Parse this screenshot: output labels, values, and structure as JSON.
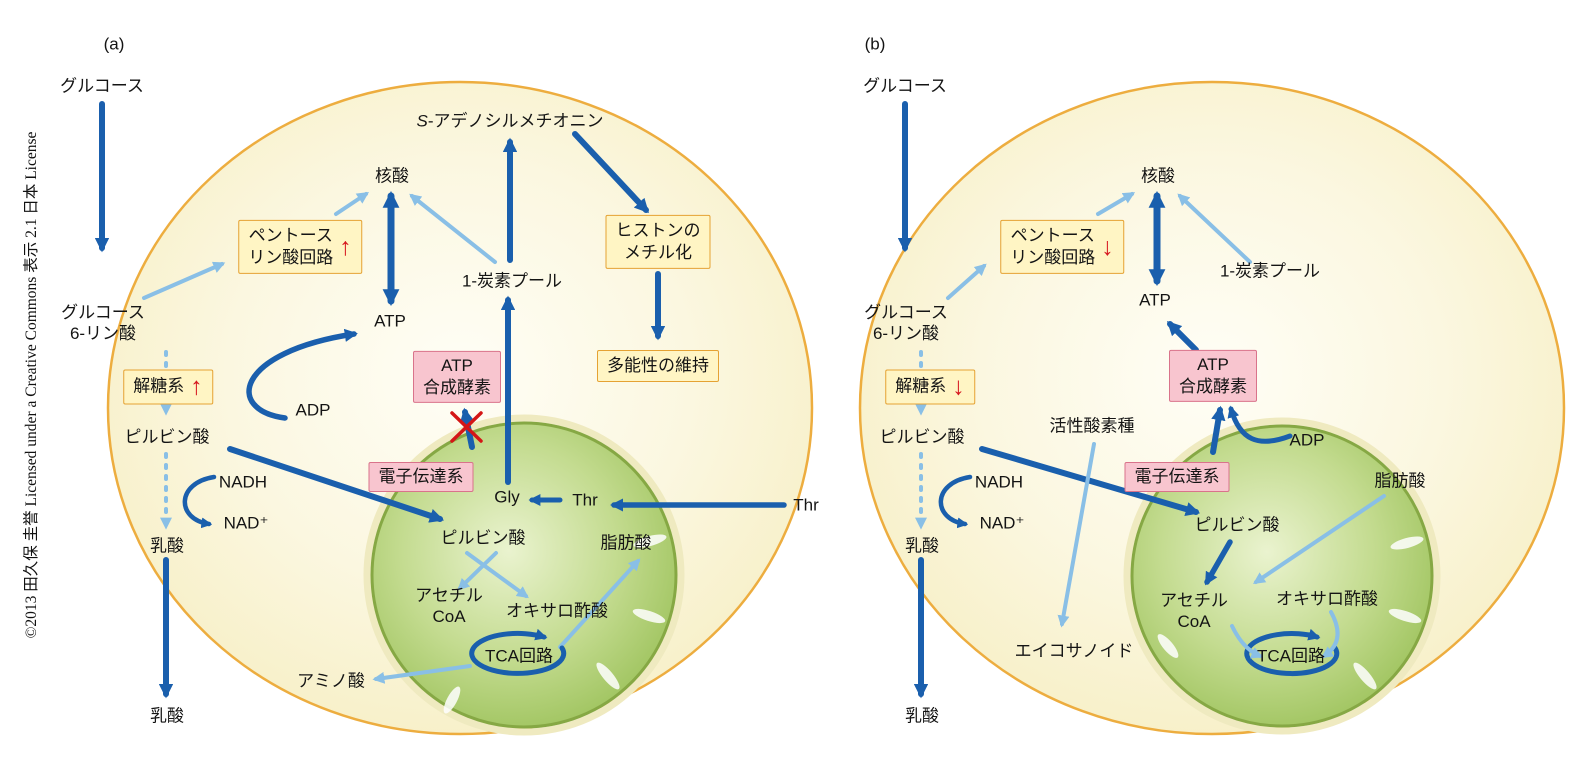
{
  "meta": {
    "copyright": "©2013 田久保 圭誉 Licensed under a Creative Commons 表示 2.1 日本 License"
  },
  "colors": {
    "dark_blue_arrow": "#1A5FAD",
    "light_blue_arrow": "#89BFE6",
    "red_accent": "#D61920",
    "cell_fill": "#FBF7E0",
    "cell_border": "#EDAD3F",
    "mito_fill": "#B7D47F",
    "mito_border": "#86A844",
    "yellow_box_bg": "#FFF5C4",
    "yellow_box_border": "#E5A233",
    "pink_box_bg": "#F8C5CF",
    "pink_box_border": "#D9738B"
  },
  "panel_a": {
    "tag": "(a)",
    "labels": {
      "glucose": "グルコース",
      "sam_italic": "S",
      "sam_rest": "-アデノシルメチオニン",
      "nucleic_acid": "核酸",
      "one_carbon_pool": "1-炭素プール",
      "g6p_1": "グルコース",
      "g6p_2": "6-リン酸",
      "atp": "ATP",
      "adp": "ADP",
      "pyruvate_cytosol": "ピルビン酸",
      "nadh": "NADH",
      "nad_plus": "NAD⁺",
      "lactate_cytosol": "乳酸",
      "lactate_exported": "乳酸",
      "gly": "Gly",
      "thr_inner": "Thr",
      "thr_outer": "Thr",
      "pyruvate_mito": "ピルビン酸",
      "fatty_acid": "脂肪酸",
      "acetyl_1": "アセチル",
      "acetyl_2": "CoA",
      "oxaloacetate": "オキサロ酢酸",
      "tca_cycle": "TCA回路",
      "amino_acid": "アミノ酸"
    },
    "boxes": {
      "ppp_1": "ペントース",
      "ppp_2": "リン酸回路",
      "ppp_trend": "↑",
      "glycolysis": "解糖系",
      "glycolysis_trend": "↑",
      "histone_1": "ヒストンの",
      "histone_2": "メチル化",
      "pluripotency": "多能性の維持",
      "atp_synthase_1": "ATP",
      "atp_synthase_2": "合成酵素",
      "etc": "電子伝達系"
    }
  },
  "panel_b": {
    "tag": "(b)",
    "labels": {
      "glucose": "グルコース",
      "nucleic_acid": "核酸",
      "one_carbon_pool": "1-炭素プール",
      "g6p_1": "グルコース",
      "g6p_2": "6-リン酸",
      "atp": "ATP",
      "adp": "ADP",
      "ros": "活性酸素種",
      "pyruvate_cytosol": "ピルビン酸",
      "nadh": "NADH",
      "nad_plus": "NAD⁺",
      "lactate_cytosol": "乳酸",
      "lactate_exported": "乳酸",
      "fatty_acid": "脂肪酸",
      "pyruvate_mito": "ピルビン酸",
      "acetyl_1": "アセチル",
      "acetyl_2": "CoA",
      "oxaloacetate": "オキサロ酢酸",
      "tca_cycle": "TCA回路",
      "eicosanoid": "エイコサノイド"
    },
    "boxes": {
      "ppp_1": "ペントース",
      "ppp_2": "リン酸回路",
      "ppp_trend": "↓",
      "glycolysis": "解糖系",
      "glycolysis_trend": "↓",
      "atp_synthase_1": "ATP",
      "atp_synthase_2": "合成酵素",
      "etc": "電子伝達系"
    }
  }
}
